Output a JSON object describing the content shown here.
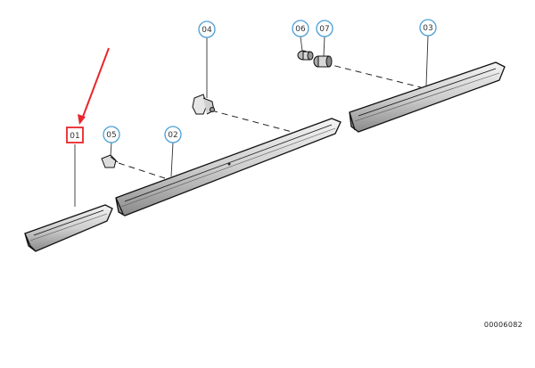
{
  "callouts": [
    {
      "id": "01",
      "label": "01",
      "style": "boxed",
      "color": "#e8262b"
    },
    {
      "id": "02",
      "label": "02",
      "style": "circle",
      "color": "#4a9fd6"
    },
    {
      "id": "03",
      "label": "03",
      "style": "circle",
      "color": "#4a9fd6"
    },
    {
      "id": "04",
      "label": "04",
      "style": "circle",
      "color": "#4a9fd6"
    },
    {
      "id": "05",
      "label": "05",
      "style": "circle",
      "color": "#4a9fd6"
    },
    {
      "id": "06",
      "label": "06",
      "style": "circle",
      "color": "#4a9fd6"
    },
    {
      "id": "07",
      "label": "07",
      "style": "circle",
      "color": "#4a9fd6"
    }
  ],
  "highlight_arrow": {
    "target": "01",
    "color": "#e8262b"
  },
  "document_number": "00006082"
}
